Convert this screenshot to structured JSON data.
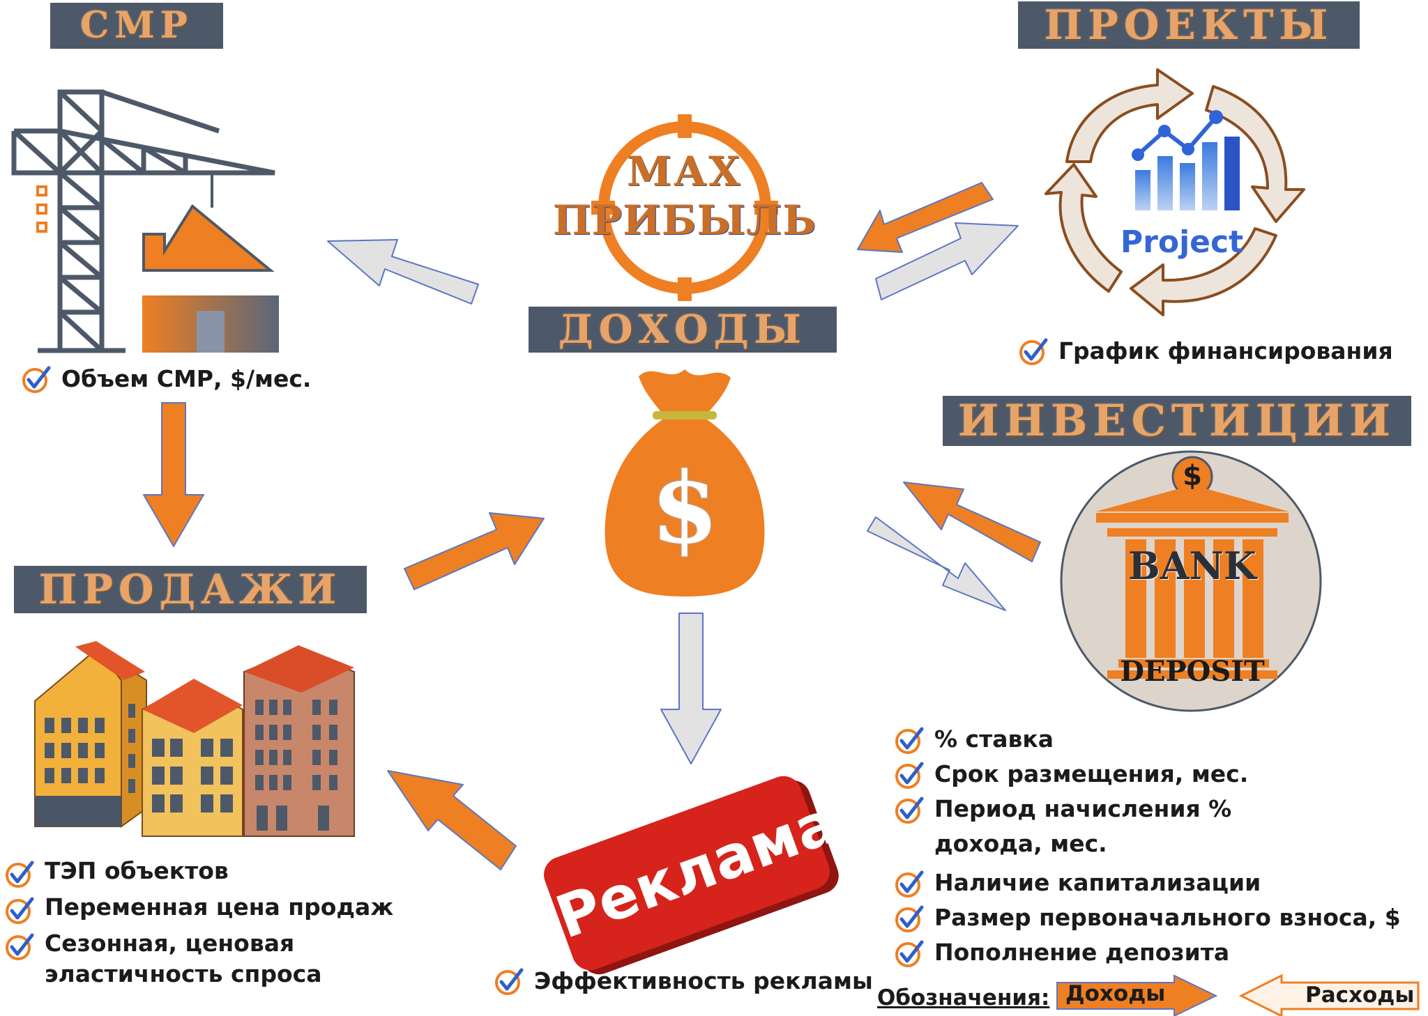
{
  "colors": {
    "orange": "#ee7f22",
    "slate": "#4d5968",
    "arrow_gray": "#e2e2e2",
    "arrow_border": "#5b76c4",
    "red": "#d6231c"
  },
  "banners": {
    "smr": "СМР",
    "projects": "ПРОЕКТЫ",
    "income": "ДОХОДЫ",
    "investments": "ИНВЕСТИЦИИ",
    "sales": "ПРОДАЖИ"
  },
  "center": {
    "target_line1": "MAX",
    "target_line2": "ПРИБЫЛЬ",
    "bag_symbol": "$"
  },
  "project_logo": "Project",
  "bank": {
    "label": "BANK",
    "deposit": "DEPOSIT",
    "coin": "$"
  },
  "ad_label": "Реклама",
  "notes": {
    "smr": "Объем СМР, $/мес.",
    "projects": "График финансирования",
    "ads": "Эффективность рекламы"
  },
  "sales_list": [
    "ТЭП объектов",
    "Переменная цена продаж",
    "Сезонная, ценовая эластичность спроса"
  ],
  "invest_list": [
    "% ставка",
    "Срок размещения, мес.",
    "Период начисления % дохода, мес.",
    "Наличие капитализации",
    "Размер первоначального взноса, $",
    "Пополнение депозита"
  ],
  "legend": {
    "title": "Обозначения:",
    "income": "Доходы",
    "expense": "Расходы"
  }
}
